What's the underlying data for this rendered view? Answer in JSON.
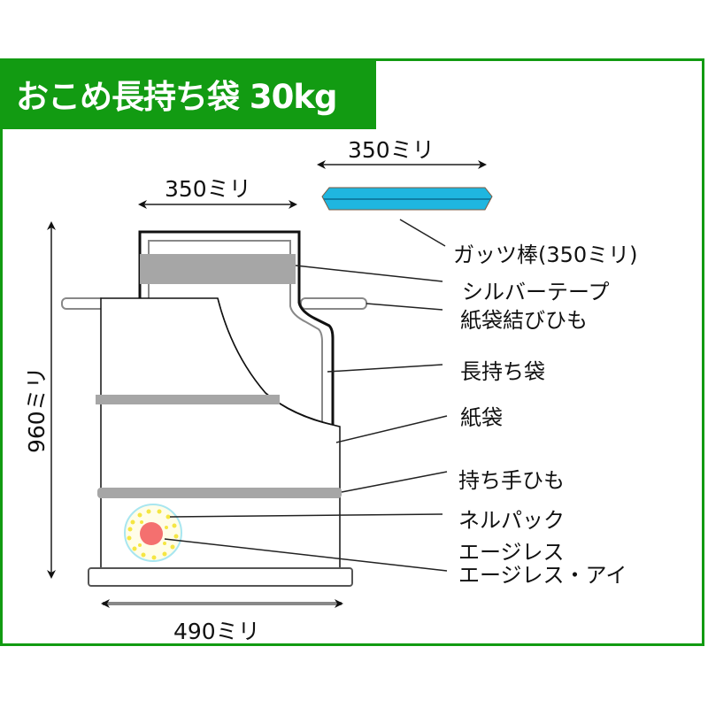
{
  "title": "おこめ長持ち袋 30kg",
  "colors": {
    "frame_green": "#129b12",
    "stick_blue": "#1fb6e0",
    "tape_gray": "#a6a6a6",
    "pack_red": "#f4706f",
    "pack_yellow": "#f5e642",
    "pack_ring": "#a8e6f0"
  },
  "dimensions": {
    "stick_width": "350ミリ",
    "top_width": "350ミリ",
    "height": "960ミリ",
    "base_width": "490ミリ"
  },
  "labels": [
    {
      "id": "gatsu-stick",
      "text": "ガッツ棒(350ミリ)"
    },
    {
      "id": "silver-tape",
      "text": "シルバーテープ"
    },
    {
      "id": "paper-bag-tie",
      "text": "紙袋結びひも"
    },
    {
      "id": "long-keep-bag",
      "text": "長持ち袋"
    },
    {
      "id": "paper-bag",
      "text": "紙袋"
    },
    {
      "id": "handle-string",
      "text": "持ち手ひも"
    },
    {
      "id": "nelpack",
      "text": "ネルパック"
    },
    {
      "id": "ageless",
      "text": "エージレス"
    },
    {
      "id": "ageless-eye",
      "text": "エージレス・アイ"
    }
  ]
}
